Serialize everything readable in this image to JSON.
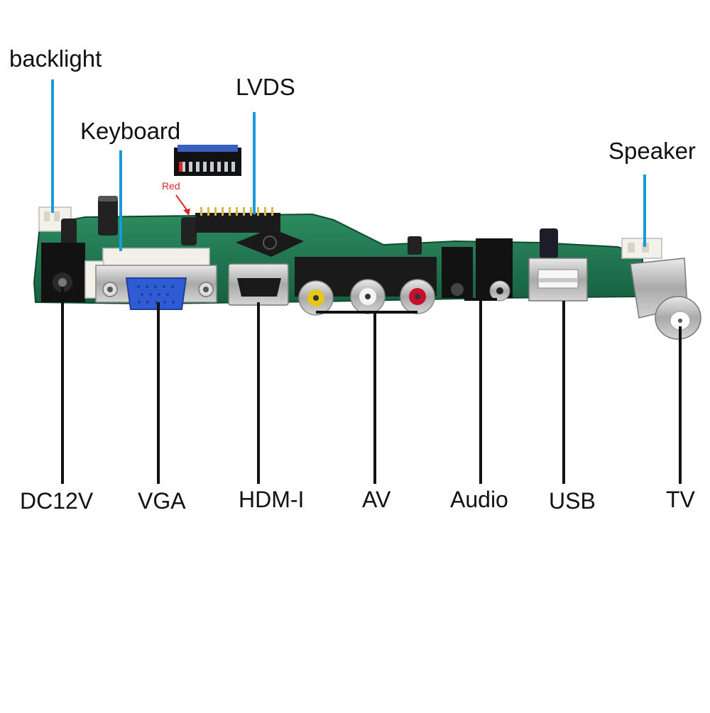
{
  "labels_top": {
    "backlight": "backlight",
    "keyboard": "Keyboard",
    "lvds": "LVDS",
    "speaker": "Speaker",
    "red": "Red"
  },
  "labels_bottom": {
    "dc12v": "DC12V",
    "vga": "VGA",
    "hdmi": "HDM-I",
    "av": "AV",
    "audio": "Audio",
    "usb": "USB",
    "tv": "TV"
  },
  "colors": {
    "pcb": "#1f7a52",
    "pcb_dark": "#155c3c",
    "callout_top": "#1a9ad6",
    "callout_bottom": "#111111",
    "vga_blue": "#2f5bd3",
    "rca_yellow": "#e8c51a",
    "rca_red": "#c8102e",
    "arrow_red": "#d62828"
  }
}
